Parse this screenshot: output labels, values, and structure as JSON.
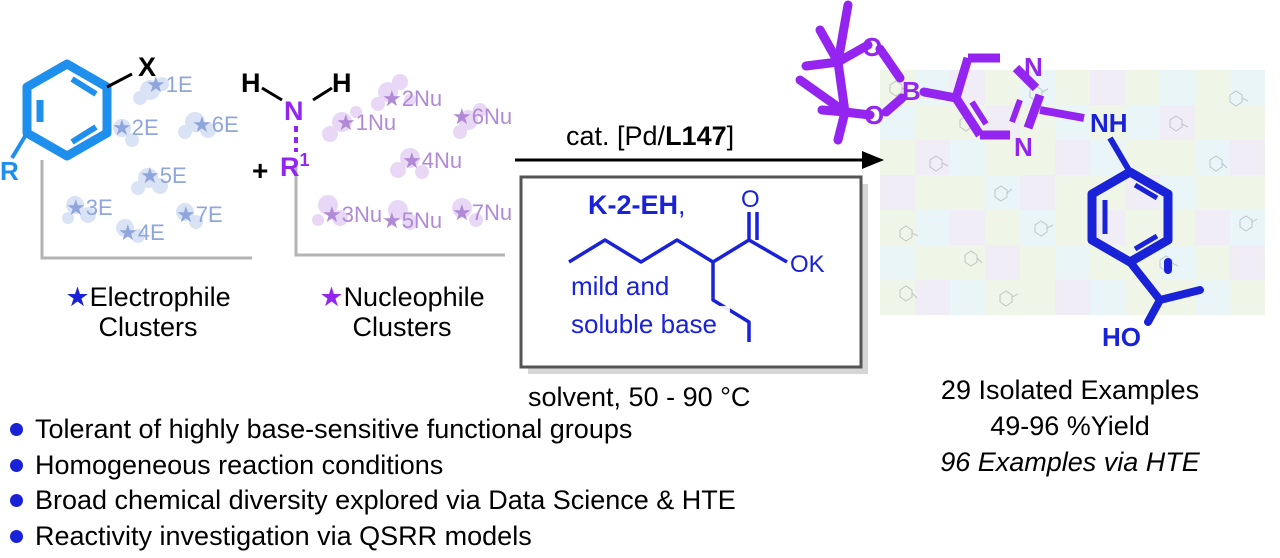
{
  "electrophile": {
    "leaving_group": "X",
    "substituent": "R",
    "clusters": [
      "1E",
      "2E",
      "3E",
      "4E",
      "5E",
      "6E",
      "7E"
    ],
    "star_label": "Electrophile",
    "label_line2": "Clusters"
  },
  "plus_sign": "+",
  "nucleophile": {
    "h_left": "H",
    "h_right": "H",
    "n_atom": "N",
    "r_group": "R",
    "r_superscript": "1",
    "clusters": [
      "1Nu",
      "2Nu",
      "3Nu",
      "4Nu",
      "5Nu",
      "6Nu",
      "7Nu"
    ],
    "star_label": "Nucleophile",
    "label_line2": "Clusters"
  },
  "reaction": {
    "catalyst_prefix": "cat. [Pd/",
    "catalyst_ligand": "L147",
    "catalyst_suffix": "]",
    "base_name": "K-2-EH",
    "base_comma": ",",
    "base_note_line1": "mild and",
    "base_note_line2": "soluble base",
    "carbonyl_o": "O",
    "salt": "OK",
    "conditions": "solvent, 50 - 90 °C"
  },
  "product": {
    "o_top": "O",
    "o_bottom": "O",
    "boron": "B",
    "n_top": "N",
    "n_bottom": "N",
    "nh": "NH",
    "ho": "HO"
  },
  "results": {
    "isolated": "29 Isolated Examples",
    "yield": "49-96 %Yield",
    "hte": "96 Examples via HTE"
  },
  "bullets": [
    "Tolerant of highly base-sensitive functional groups",
    "Homogeneous reaction conditions",
    "Broad chemical diversity explored via Data Science & HTE",
    "Reactivity investigation via QSRR models"
  ],
  "colors": {
    "electrophile_blue": "#1f8fee",
    "accent_blue": "#1a22d8",
    "nucleophile_purple": "#9424f0",
    "cluster_blue": "#8fa6dc",
    "cluster_purple": "#c9a8e8",
    "axis_gray": "#b3b3b3"
  }
}
